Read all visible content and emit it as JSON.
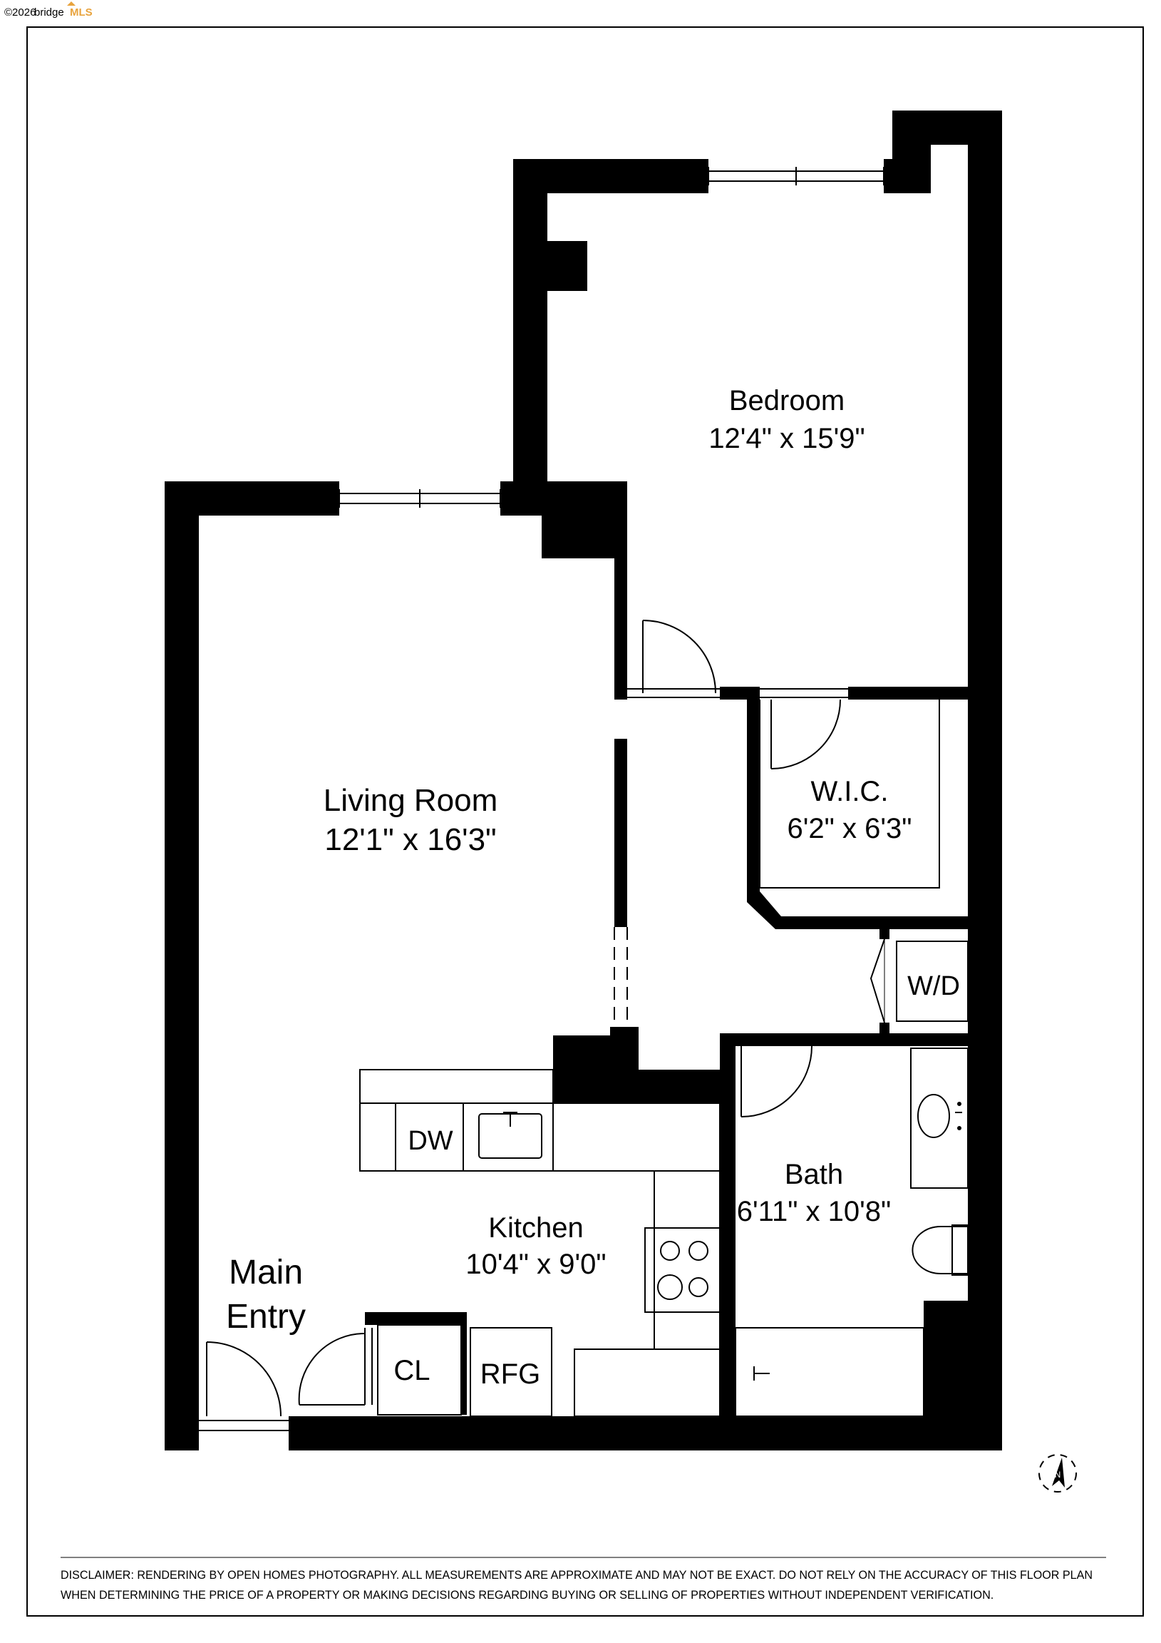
{
  "watermark": {
    "copyright": "©2026",
    "brand_bridge": "bridge",
    "brand_mls": "MLS"
  },
  "rooms": {
    "bedroom": {
      "name": "Bedroom",
      "size": "12'4\" x 15'9\""
    },
    "living_room": {
      "name": "Living Room",
      "size": "12'1\" x 16'3\""
    },
    "wic": {
      "name": "W.I.C.",
      "size": "6'2\" x 6'3\""
    },
    "bath": {
      "name": "Bath",
      "size": "6'11\" x 10'8\""
    },
    "kitchen": {
      "name": "Kitchen",
      "size": "10'4\" x 9'0\""
    },
    "main_entry": {
      "line1": "Main",
      "line2": "Entry"
    }
  },
  "fixtures": {
    "washer_dryer": "W/D",
    "dishwasher": "DW",
    "closet": "CL",
    "refrigerator": "RFG"
  },
  "compass": {
    "label": "N"
  },
  "disclaimer": {
    "line1": "DISCLAIMER: RENDERING BY OPEN HOMES PHOTOGRAPHY. ALL MEASUREMENTS ARE APPROXIMATE AND MAY NOT BE EXACT. DO NOT RELY ON THE ACCURACY OF THIS FLOOR PLAN",
    "line2": "WHEN DETERMINING THE PRICE OF A PROPERTY OR MAKING DECISIONS REGARDING BUYING OR SELLING OF PROPERTIES WITHOUT INDEPENDENT VERIFICATION."
  },
  "colors": {
    "wall": "#000000",
    "paper": "#ffffff",
    "brand_orange": "#e8a33d",
    "brand_mls": "#e8a33d"
  }
}
